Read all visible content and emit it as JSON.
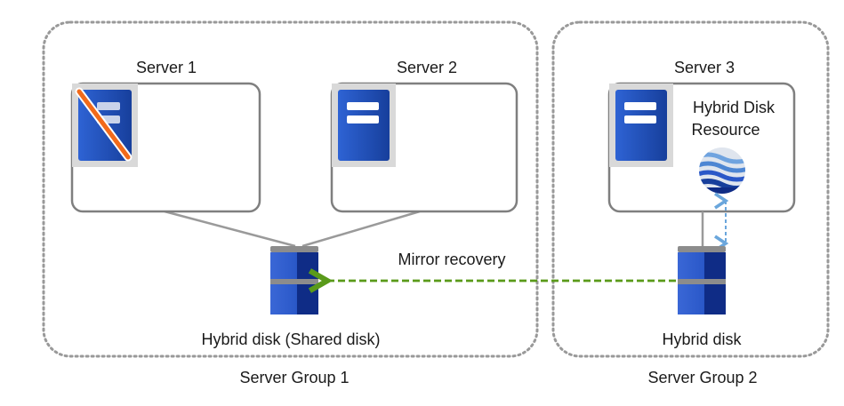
{
  "groups": {
    "group1_label": "Server Group 1",
    "group2_label": "Server Group 2"
  },
  "servers": {
    "server1": {
      "label": "Server 1",
      "status": "down"
    },
    "server2": {
      "label": "Server 2",
      "status": "up"
    },
    "server3": {
      "label": "Server 3",
      "status": "up"
    }
  },
  "resource": {
    "line1": "Hybrid Disk",
    "line2": "Resource"
  },
  "disks": {
    "shared_label": "Hybrid disk (Shared disk)",
    "hybrid_label": "Hybrid disk"
  },
  "arrow": {
    "label": "Mirror recovery"
  },
  "colors": {
    "group_border": "#999999",
    "server_box_border": "#7f7f7f",
    "server_blue": "#1f4fb5",
    "disk_blue": "#2a58c8",
    "disk_blue_dark": "#0f2c86",
    "failure_slash": "#f26a1b",
    "mirror_arrow": "#5a9a1a",
    "resource_link": "#6aa6dc"
  }
}
